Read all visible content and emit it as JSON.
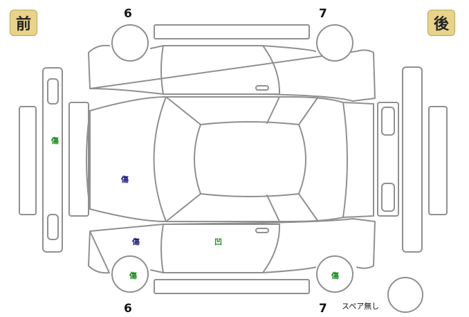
{
  "badges": {
    "front": "前",
    "rear": "後"
  },
  "numbers": {
    "top_left": "6",
    "top_right": "7",
    "bottom_left": "6",
    "bottom_right": "7"
  },
  "marks": [
    {
      "text": "傷",
      "color": "#1a8c1a"
    },
    {
      "text": "傷",
      "color": "#1a1a80"
    },
    {
      "text": "傷",
      "color": "#1a1a80"
    },
    {
      "text": "凹",
      "color": "#1a8c1a"
    },
    {
      "text": "傷",
      "color": "#1a8c1a"
    },
    {
      "text": "傷",
      "color": "#1a8c1a"
    }
  ],
  "spare_label": "スペア無し"
}
